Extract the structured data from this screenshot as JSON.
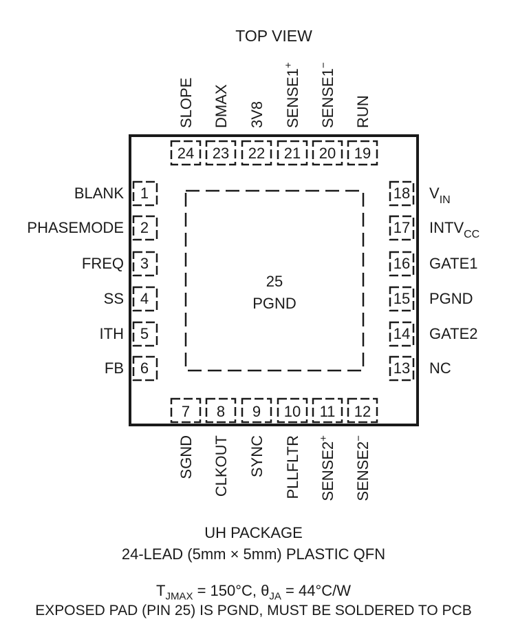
{
  "title": "TOP VIEW",
  "exposed_pad": {
    "number": "25",
    "name": "PGND"
  },
  "pins_top": [
    {
      "num": "24",
      "name": "SLOPE"
    },
    {
      "num": "23",
      "name": "DMAX"
    },
    {
      "num": "22",
      "name": "3V8"
    },
    {
      "num": "21",
      "name": "SENSE1",
      "sup": "+"
    },
    {
      "num": "20",
      "name": "SENSE1",
      "sup": "−"
    },
    {
      "num": "19",
      "name": "RUN"
    }
  ],
  "pins_left": [
    {
      "num": "1",
      "name": "BLANK"
    },
    {
      "num": "2",
      "name": "PHASEMODE"
    },
    {
      "num": "3",
      "name": "FREQ"
    },
    {
      "num": "4",
      "name": "SS"
    },
    {
      "num": "5",
      "name": "ITH"
    },
    {
      "num": "6",
      "name": "FB"
    }
  ],
  "pins_right": [
    {
      "num": "18",
      "name": "V",
      "sub": "IN"
    },
    {
      "num": "17",
      "name": "INTV",
      "sub": "CC"
    },
    {
      "num": "16",
      "name": "GATE1"
    },
    {
      "num": "15",
      "name": "PGND"
    },
    {
      "num": "14",
      "name": "GATE2"
    },
    {
      "num": "13",
      "name": "NC"
    }
  ],
  "pins_bottom": [
    {
      "num": "7",
      "name": "SGND"
    },
    {
      "num": "8",
      "name": "CLKOUT"
    },
    {
      "num": "9",
      "name": "SYNC"
    },
    {
      "num": "10",
      "name": "PLLFLTR"
    },
    {
      "num": "11",
      "name": "SENSE2",
      "sup": "+"
    },
    {
      "num": "12",
      "name": "SENSE2",
      "sup": "−"
    }
  ],
  "caption": {
    "package": "UH PACKAGE",
    "lead": "24-LEAD (5mm × 5mm) PLASTIC QFN",
    "thermal_t": "T",
    "thermal_t_sub": "JMAX",
    "thermal_mid": " = 150°C, θ",
    "thermal_theta_sub": "JA",
    "thermal_end": " = 44°C/W",
    "exposed": "EXPOSED PAD (PIN 25) IS PGND, MUST BE SOLDERED TO PCB"
  }
}
